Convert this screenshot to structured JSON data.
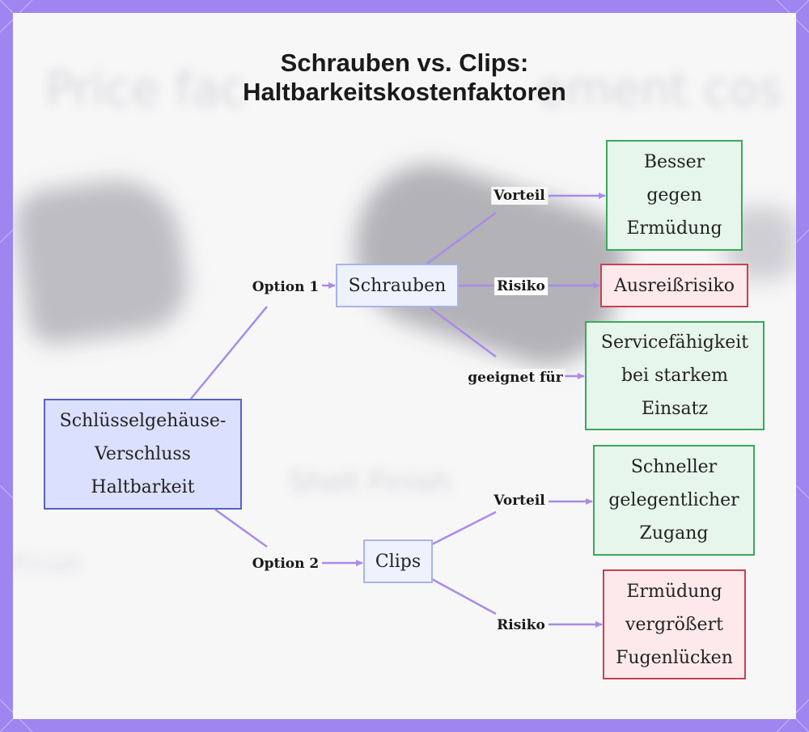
{
  "title": {
    "line1": "Schrauben vs. Clips:",
    "line2": "Haltbarkeitskostenfaktoren"
  },
  "background_text": {
    "line1": "Price fac",
    "line1b": "ement cos",
    "line2": "Shell Finish",
    "line3": "Finish"
  },
  "colors": {
    "frame": "#9f85f0",
    "edge": "#a98be8",
    "root_fill": "#dbe0fe",
    "root_border": "#5563c1",
    "advantage_border": "#3aa85c",
    "risk_border": "#c9404f"
  },
  "nodes": {
    "root": [
      "Schlüsselgehäuse-",
      "Verschluss",
      "Haltbarkeit"
    ],
    "screws": [
      "Schrauben"
    ],
    "clips": [
      "Clips"
    ],
    "screws_advantage": [
      "Besser",
      "gegen",
      "Ermüdung"
    ],
    "screws_risk": [
      "Ausreißrisiko"
    ],
    "screws_suited": [
      "Servicefähigkeit",
      "bei starkem",
      "Einsatz"
    ],
    "clips_advantage": [
      "Schneller",
      "gelegentlicher",
      "Zugang"
    ],
    "clips_risk": [
      "Ermüdung",
      "vergrößert",
      "Fugenlücken"
    ]
  },
  "edge_labels": {
    "option1": "Option 1",
    "option2": "Option 2",
    "screws_advantage": "Vorteil",
    "screws_risk": "Risiko",
    "screws_suited": "geeignet für",
    "clips_advantage": "Vorteil",
    "clips_risk": "Risiko"
  }
}
